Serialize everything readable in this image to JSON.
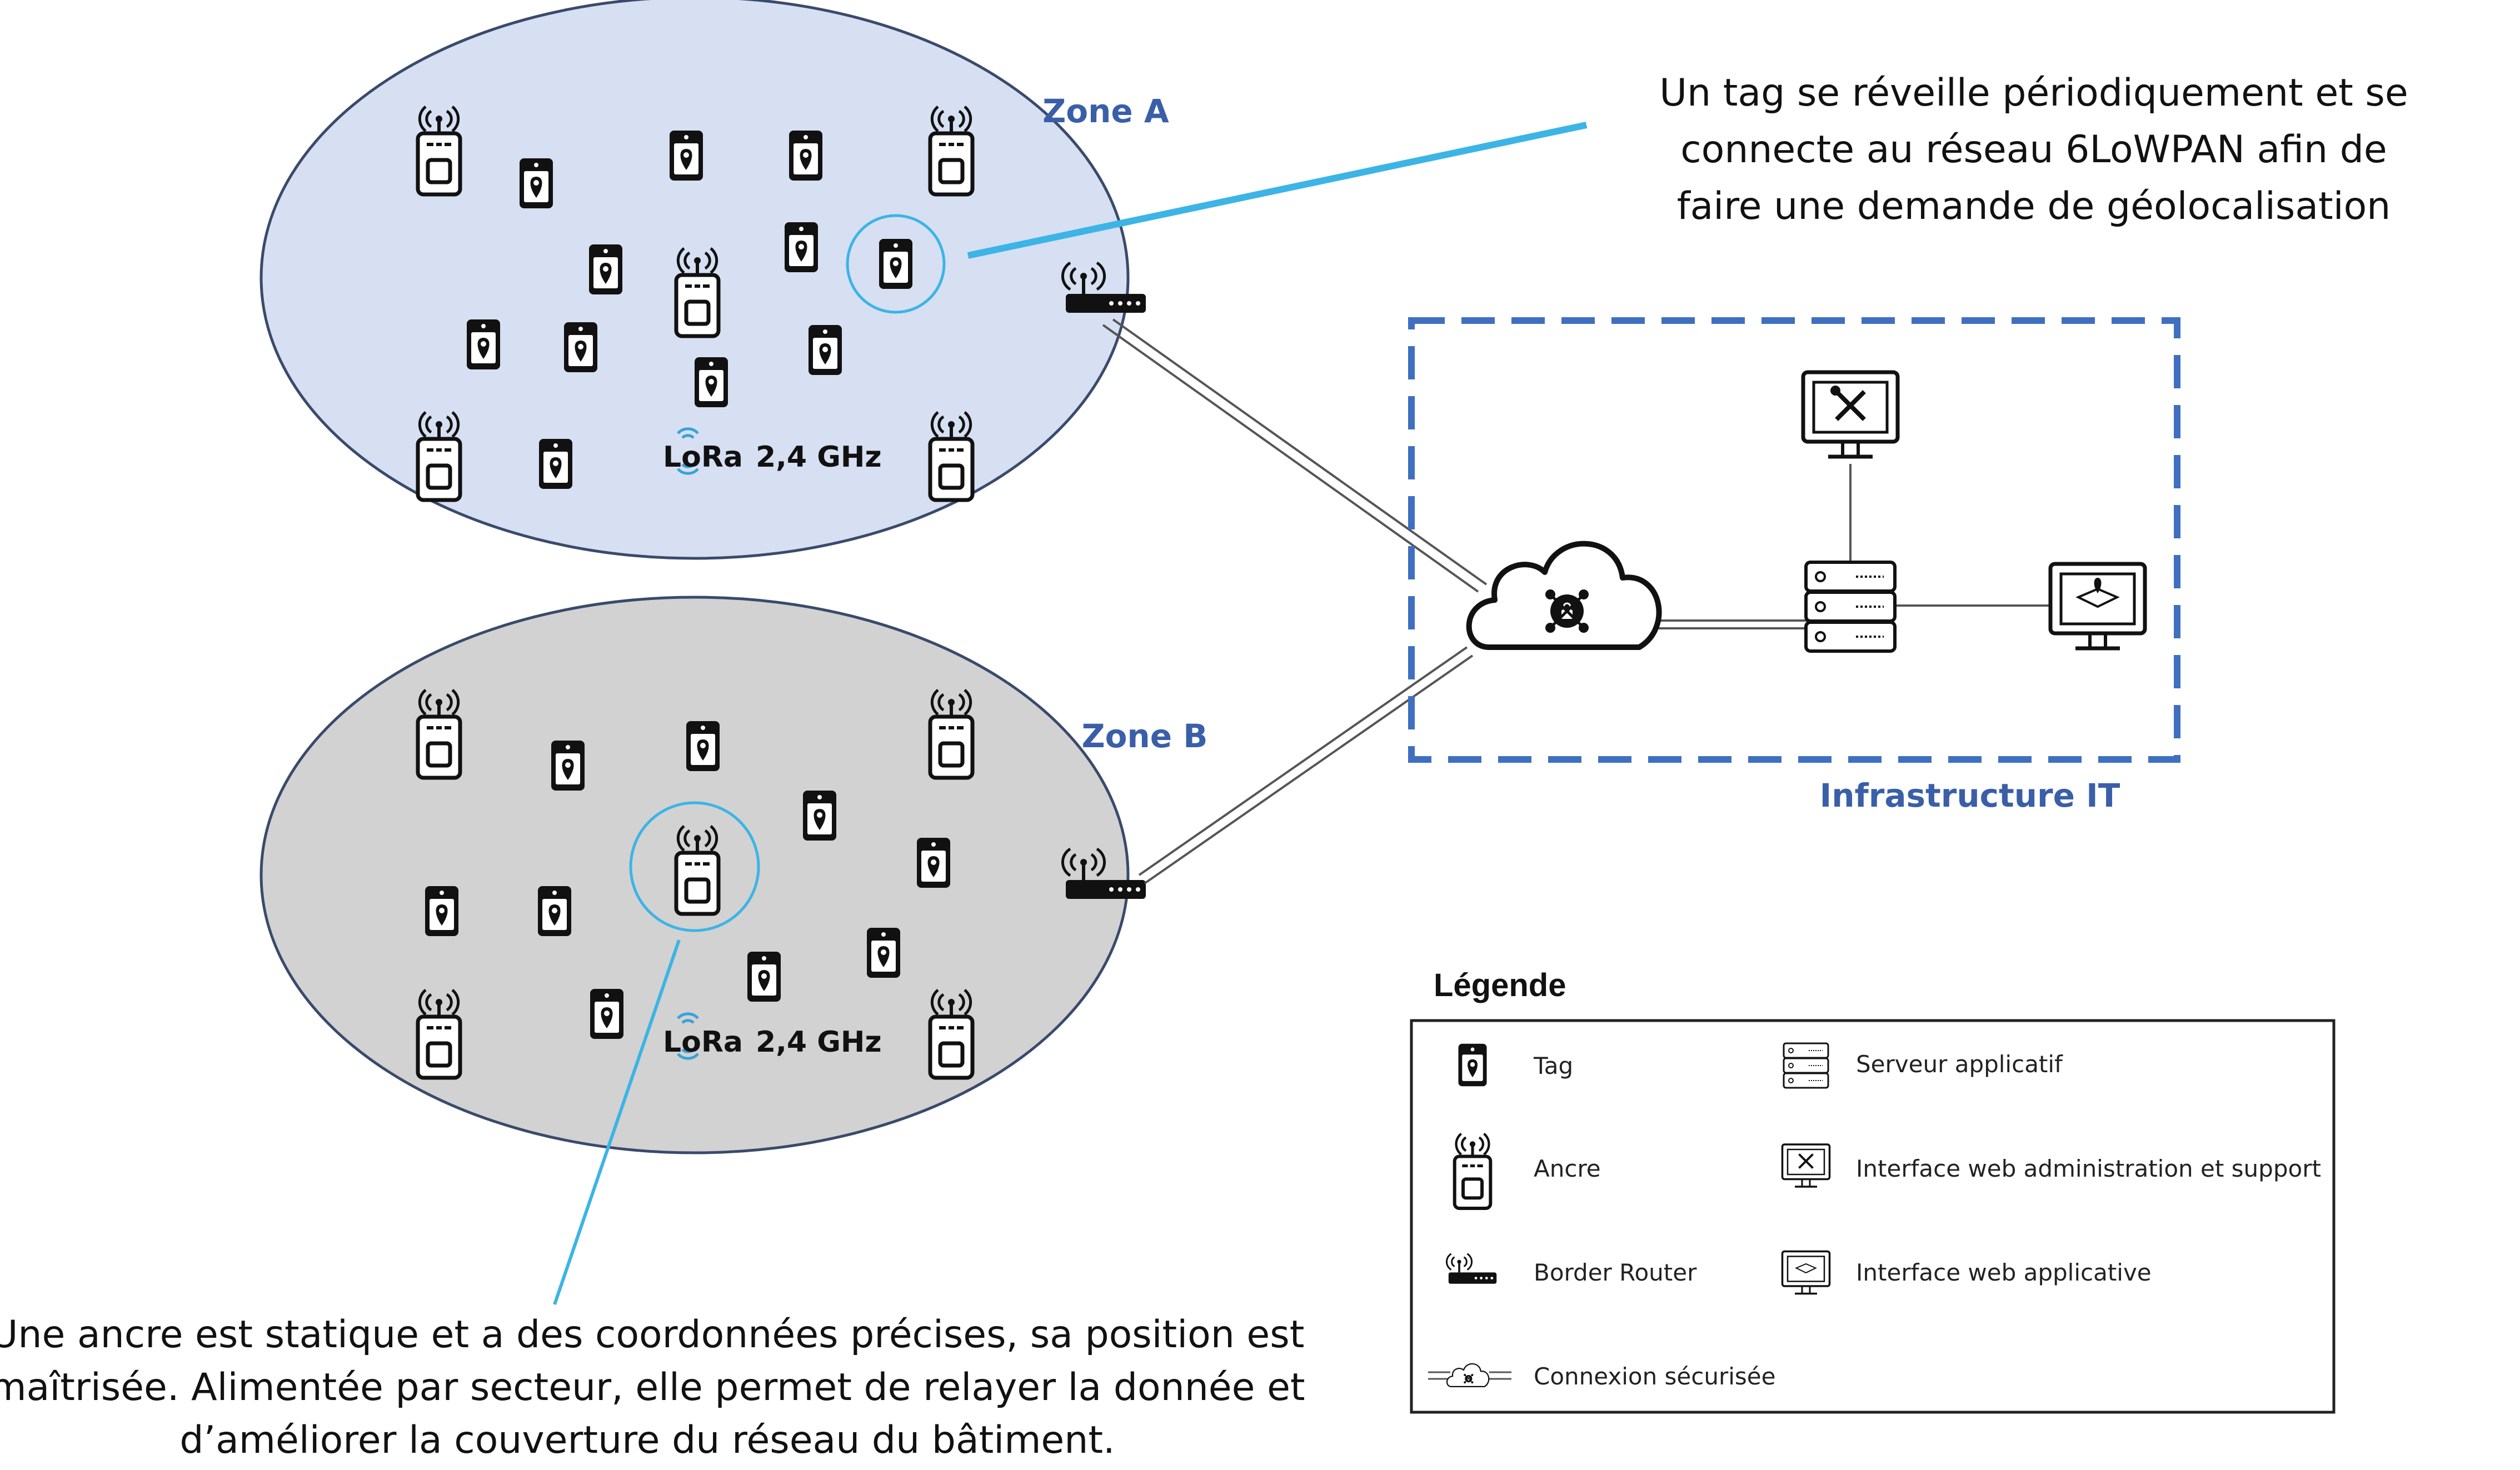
{
  "zones": [
    {
      "name": "Zone A",
      "protocol": "LoRa",
      "frequency": "2,4 GHz",
      "fill": "#d6e0f2"
    },
    {
      "name": "Zone B",
      "protocol": "LoRa",
      "frequency": "2,4 GHz",
      "fill": "#d2d2d2"
    }
  ],
  "infrastructure": {
    "label": "Infrastructure IT"
  },
  "callouts": {
    "tag": [
      "Un tag se réveille périodiquement et se",
      "connecte au réseau 6LoWPAN afin de",
      "faire une demande de géolocalisation"
    ],
    "anchor": [
      "Une ancre est statique et a des coordonnées précises, sa position est",
      "maîtrisée. Alimentée par secteur, elle permet de relayer la donnée et",
      "d’améliorer la couverture du réseau du bâtiment."
    ]
  },
  "legend": {
    "title": "Légende",
    "items": [
      {
        "icon": "tag-icon",
        "label": "Tag"
      },
      {
        "icon": "server-icon",
        "label": "Serveur applicatif"
      },
      {
        "icon": "anchor-icon",
        "label": "Ancre"
      },
      {
        "icon": "admin-monitor-icon",
        "label": "Interface web administration et support"
      },
      {
        "icon": "border-router-icon",
        "label": "Border Router"
      },
      {
        "icon": "map-monitor-icon",
        "label": "Interface web applicative"
      },
      {
        "icon": "secure-cloud-icon",
        "label": "Connexion sécurisée"
      }
    ]
  },
  "colors": {
    "callout_line": "#3cb4e6",
    "zone_border": "#3a4a6b",
    "infra_border": "#3f6fc0",
    "zone_label": "#3a5fa8",
    "icon": "#111111"
  }
}
